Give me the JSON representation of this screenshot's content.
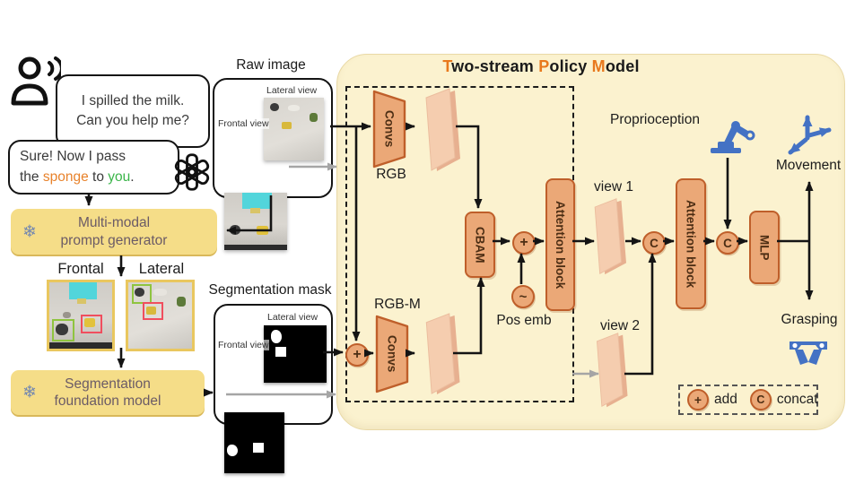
{
  "dialog": {
    "user_bubble": {
      "line1": "I spilled the milk.",
      "line2": "Can you help me?"
    },
    "assistant_bubble": {
      "line1": "Sure! Now I pass",
      "line2_pre": "the ",
      "highlight_object": "sponge",
      "line2_mid": " to ",
      "highlight_target": "you",
      "line2_end": "."
    }
  },
  "generator": {
    "line1": "Multi-modal",
    "line2": "prompt generator"
  },
  "segmentation_model": {
    "line1": "Segmentation",
    "line2": "foundation model"
  },
  "views": {
    "frontal_label": "Frontal",
    "lateral_label": "Lateral"
  },
  "raw_image": {
    "title": "Raw image",
    "lateral_label": "Lateral view",
    "frontal_label": "Frontal view"
  },
  "segmentation_mask": {
    "title": "Segmentation mask",
    "lateral_label": "Lateral view",
    "frontal_label": "Frontal view"
  },
  "policy": {
    "title_parts": {
      "t": "T",
      "wo_stream": "wo-stream ",
      "p": "P",
      "olicy": "olicy ",
      "m": "M",
      "odel": "odel"
    },
    "convs_top": "Convs",
    "convs_bottom": "Convs",
    "rgb_label": "RGB",
    "rgbm_label": "RGB-M",
    "cbam": "CBAM",
    "plus": "+",
    "tilde": "~",
    "pos_emb": "Pos emb",
    "attention1": "Attention block",
    "attention2": "Attention block",
    "view1": "view 1",
    "view2": "view 2",
    "concat_c": "C",
    "mlp": "MLP",
    "proprioception": "Proprioception",
    "movement": "Movement",
    "grasping": "Grasping"
  },
  "legend": {
    "add_symbol": "+",
    "add_label": "add",
    "concat_symbol": "C",
    "concat_label": "concat"
  },
  "icons": {
    "user": "person-speaking-icon",
    "llm": "openai-logo-icon",
    "frozen": "snowflake-icon",
    "proprioception": "robot-arm-icon",
    "movement": "axes-arrows-icon",
    "grasping": "gripper-icon"
  },
  "colors": {
    "panel": "#FBF2CF",
    "module_fill": "#EBA877",
    "module_border": "#BF5F2A",
    "feature_map": "#F5CDAF",
    "yellow_box": "#F5DD88",
    "accent_orange": "#E8791D",
    "highlight_sponge": "#E8822B",
    "highlight_you": "#3BB54A",
    "blue_icon": "#4472C4",
    "gray_arrow": "#A5A5A5"
  }
}
